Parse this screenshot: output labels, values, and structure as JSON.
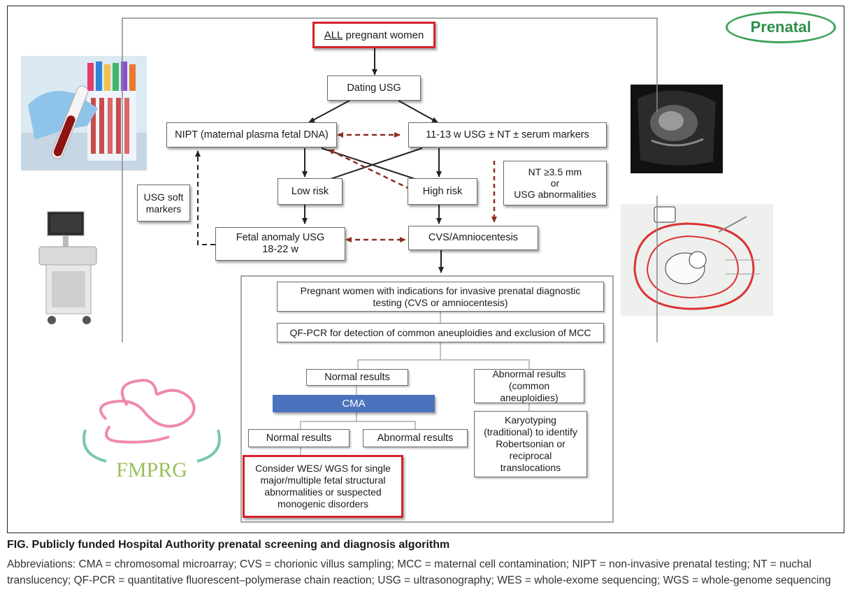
{
  "badge": {
    "label": "Prenatal"
  },
  "flow": {
    "all_pregnant_prefix": "ALL",
    "all_pregnant_suffix": " pregnant women",
    "dating_usg": "Dating USG",
    "nipt": "NIPT (maternal plasma fetal DNA)",
    "first_trimester": "11-13 w USG ± NT ± serum markers",
    "low_risk": "Low risk",
    "high_risk": "High risk",
    "nt_abnormal_line1": "NT ≥3.5 mm",
    "nt_abnormal_line2": "or",
    "nt_abnormal_line3": "USG abnormalities",
    "usg_soft_line1": "USG soft",
    "usg_soft_line2": "markers",
    "fetal_anomaly_line1": "Fetal anomaly USG",
    "fetal_anomaly_line2": "18-22 w",
    "cvs": "CVS/Amniocentesis",
    "indications": "Pregnant women with indications for invasive prenatal diagnostic testing (CVS or amniocentesis)",
    "qfpcr": "QF-PCR for detection of common aneuploidies and exclusion of MCC",
    "normal_results_1": "Normal results",
    "abnormal_common_line1": "Abnormal results",
    "abnormal_common_line2": "(common aneuploidies)",
    "cma": "CMA",
    "normal_results_2": "Normal results",
    "abnormal_results_2": "Abnormal results",
    "karyotyping": "Karyotyping (traditional) to identify Robertsonian or reciprocal translocations",
    "wes_wgs": "Consider WES/ WGS for single major/multiple fetal structural abnormalities or suspected monogenic disorders"
  },
  "logo": {
    "text": "FMPRG"
  },
  "caption": {
    "title": "FIG. Publicly funded Hospital Authority prenatal screening and diagnosis algorithm",
    "abbreviations": "Abbreviations: CMA = chromosomal microarray; CVS = chorionic villus sampling; MCC = maternal cell contamination; NIPT = non-invasive prenatal testing; NT = nuchal translucency; QF-PCR = quantitative fluorescent–polymerase chain reaction; USG = ultrasonography; WES = whole-exome sequencing; WGS = whole-genome sequencing"
  },
  "colors": {
    "highlight_red": "#d8202a",
    "dashed_brown": "#8b2e22",
    "cma_blue": "#4a72bd",
    "badge_green": "#3fa35a"
  }
}
